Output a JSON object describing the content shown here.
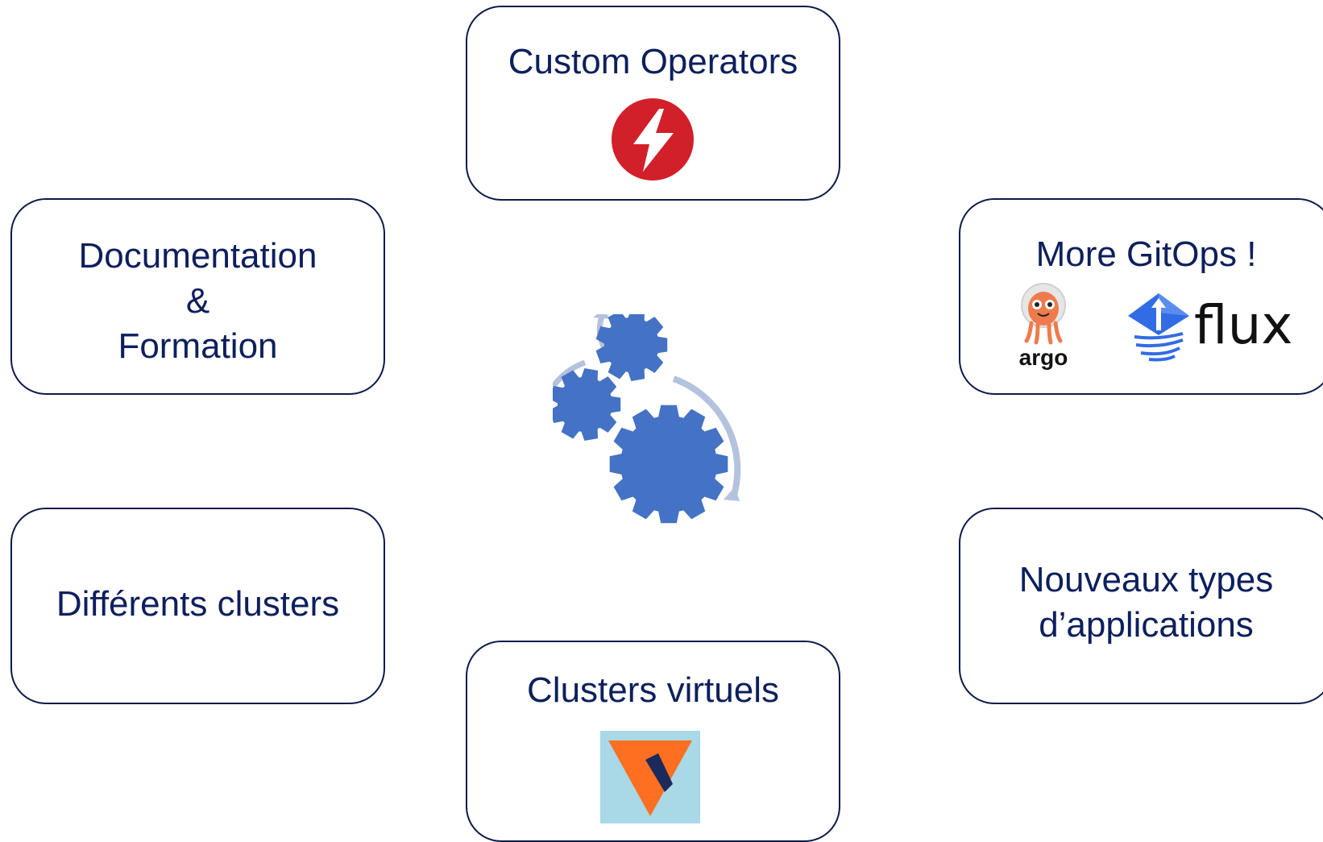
{
  "boxes": {
    "custom_operators": {
      "label": "Custom Operators",
      "icon": "lightning-bolt-icon"
    },
    "documentation": {
      "lines": [
        "Documentation",
        "&",
        "Formation"
      ]
    },
    "gitops": {
      "label": "More GitOps !",
      "logos": {
        "argo": "argo",
        "flux": "flux"
      }
    },
    "differents_clusters": {
      "label": "Différents clusters"
    },
    "nouveaux_types": {
      "lines": [
        "Nouveaux types",
        "d’applications"
      ]
    },
    "clusters_virtuels": {
      "label": "Clusters virtuels",
      "icon": "vcluster-logo"
    }
  },
  "center": {
    "icon": "gears-icon"
  },
  "colors": {
    "text": "#0d1f5c",
    "border": "#0b1a4a",
    "gear": "#4472c4",
    "arrow": "#b4c2dd",
    "operator_red": "#d1202a",
    "argo_orange": "#ef7b4d",
    "flux_blue": "#326ce5",
    "vcluster_orange": "#ff6f21",
    "vcluster_bg": "#a9d8e6",
    "vcluster_navy": "#1a2a5a"
  }
}
